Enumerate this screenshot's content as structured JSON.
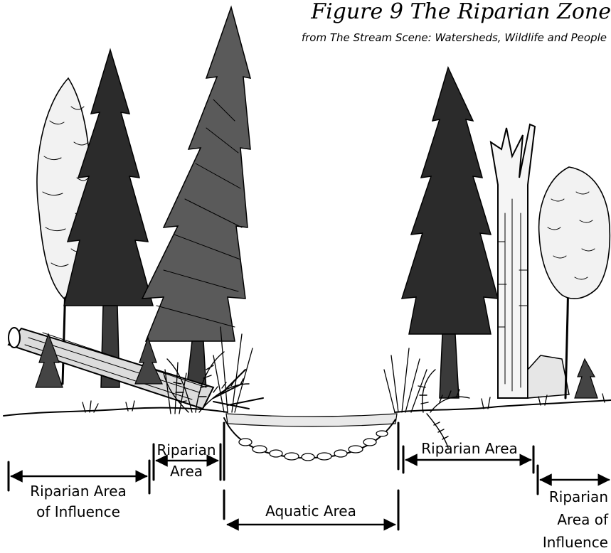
{
  "figure": {
    "title": "Figure 9  The Riparian Zone",
    "source": "from The Stream Scene: Watersheds, Wildlife and People"
  },
  "zones": {
    "left_influence": [
      "Riparian Area",
      "of Influence"
    ],
    "left_riparian": [
      "Riparian",
      "Area"
    ],
    "aquatic": "Aquatic Area",
    "right_riparian": "Riparian Area",
    "right_influence": [
      "Riparian",
      "Area of",
      "Influence"
    ]
  },
  "illustration": {
    "left_bank": [
      "conifer-icon",
      "tall-fir-icon",
      "aspen-icon",
      "fallen-log-icon",
      "fern-icon",
      "grass-icon"
    ],
    "right_bank": [
      "conifer-icon",
      "snag-icon",
      "deciduous-tree-icon",
      "fern-icon",
      "grass-icon"
    ],
    "channel": [
      "stream-water",
      "streambed-rocks"
    ]
  }
}
